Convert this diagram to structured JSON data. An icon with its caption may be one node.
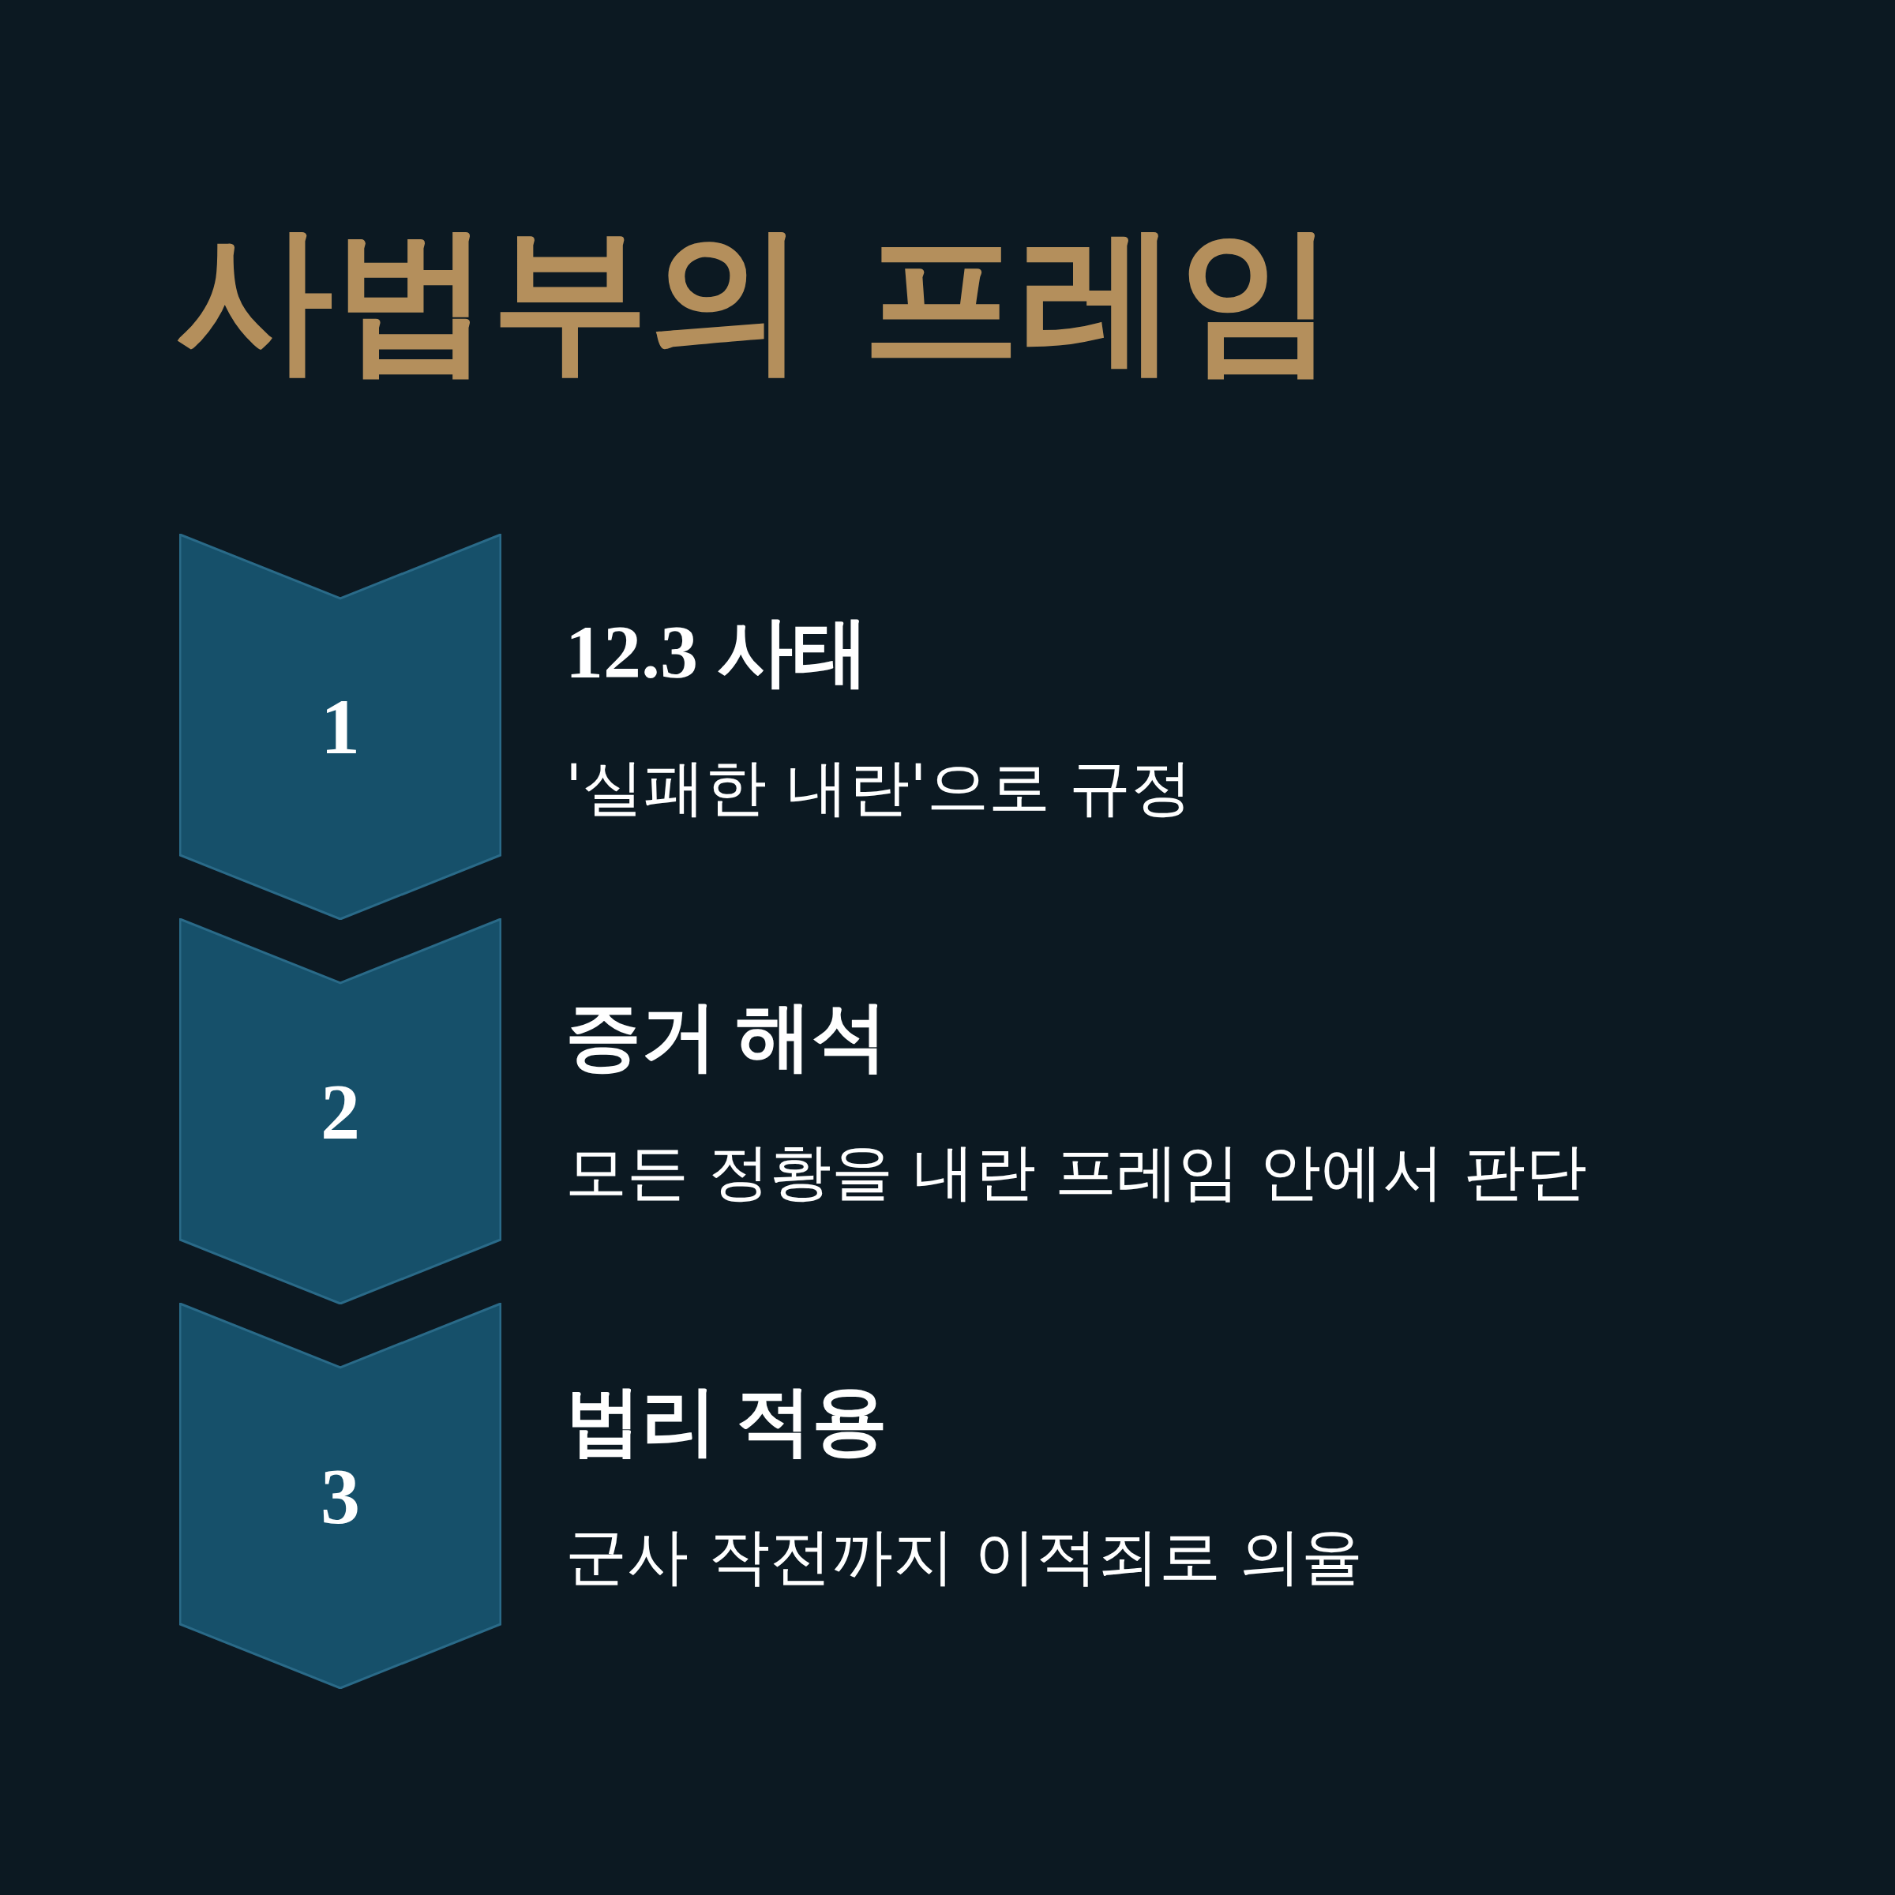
{
  "diagram": {
    "title": "사법부의 프레임",
    "nodes": [
      {
        "text": [
          "1"
        ],
        "beside": [
          "12.3 사태",
          "'실패한 내란'으로 규정"
        ]
      },
      {
        "text": [
          "2"
        ],
        "beside": [
          "증거 해석",
          "모든 정황을 내란 프레임 안에서 판단"
        ]
      },
      {
        "text": [
          "3"
        ],
        "beside": [
          "법리 적용",
          "군사 작전까지 이적죄로 의율"
        ]
      }
    ]
  }
}
